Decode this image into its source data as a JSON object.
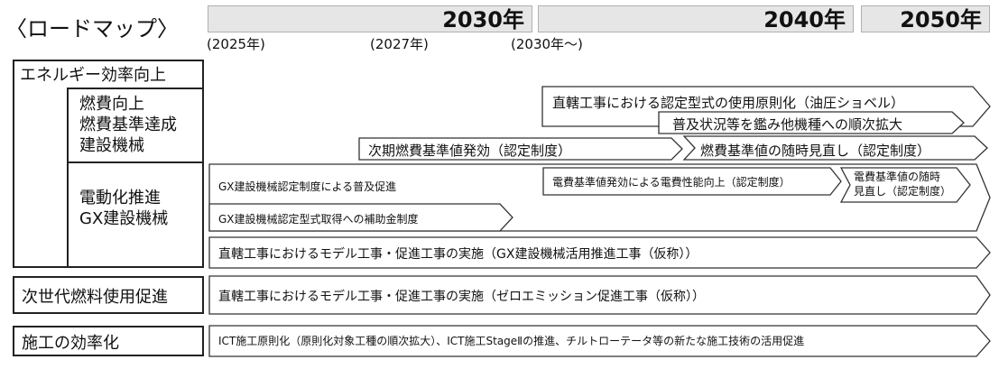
{
  "title": "〈ロードマップ〉",
  "eras": [
    "2030年",
    "2040年",
    "2050年"
  ],
  "years": [
    "(2025年)",
    "(2027年)",
    "(2030年～)"
  ],
  "categories": {
    "efficiency": "エネルギー効率向上",
    "fuel_sub": [
      "燃費向上",
      "燃費基準達成",
      "建設機械"
    ],
    "elec_sub": [
      "電動化推進",
      "GX建設機械"
    ],
    "nextgen": "次世代燃料使用促進",
    "construction": "施工の効率化"
  },
  "arrows": {
    "a1": "直轄工事における認定型式の使用原則化（油圧ショベル）",
    "a2": "普及状況等を鑑み他機種への順次拡大",
    "a3": "次期燃費基準値発効（認定制度）",
    "a4": "燃費基準値の随時見直し（認定制度）",
    "a5": "GX建設機械認定制度による普及促進",
    "a6": "電費基準値発効による電費性能向上（認定制度）",
    "a7a": "電費基準値の随時",
    "a7b": "見直し（認定制度）",
    "a8": "GX建設機械認定型式取得への補助金制度",
    "a9": "直轄工事におけるモデル工事・促進工事の実施（GX建設機械活用推進工事（仮称））",
    "a10": "直轄工事におけるモデル工事・促進工事の実施（ゼロエミッション促進工事（仮称））",
    "a11": "ICT施工原則化（原則化対象工種の順次拡大）、ICT施工StageⅡの推進、チルトローテータ等の新たな施工技術の活用促進"
  }
}
